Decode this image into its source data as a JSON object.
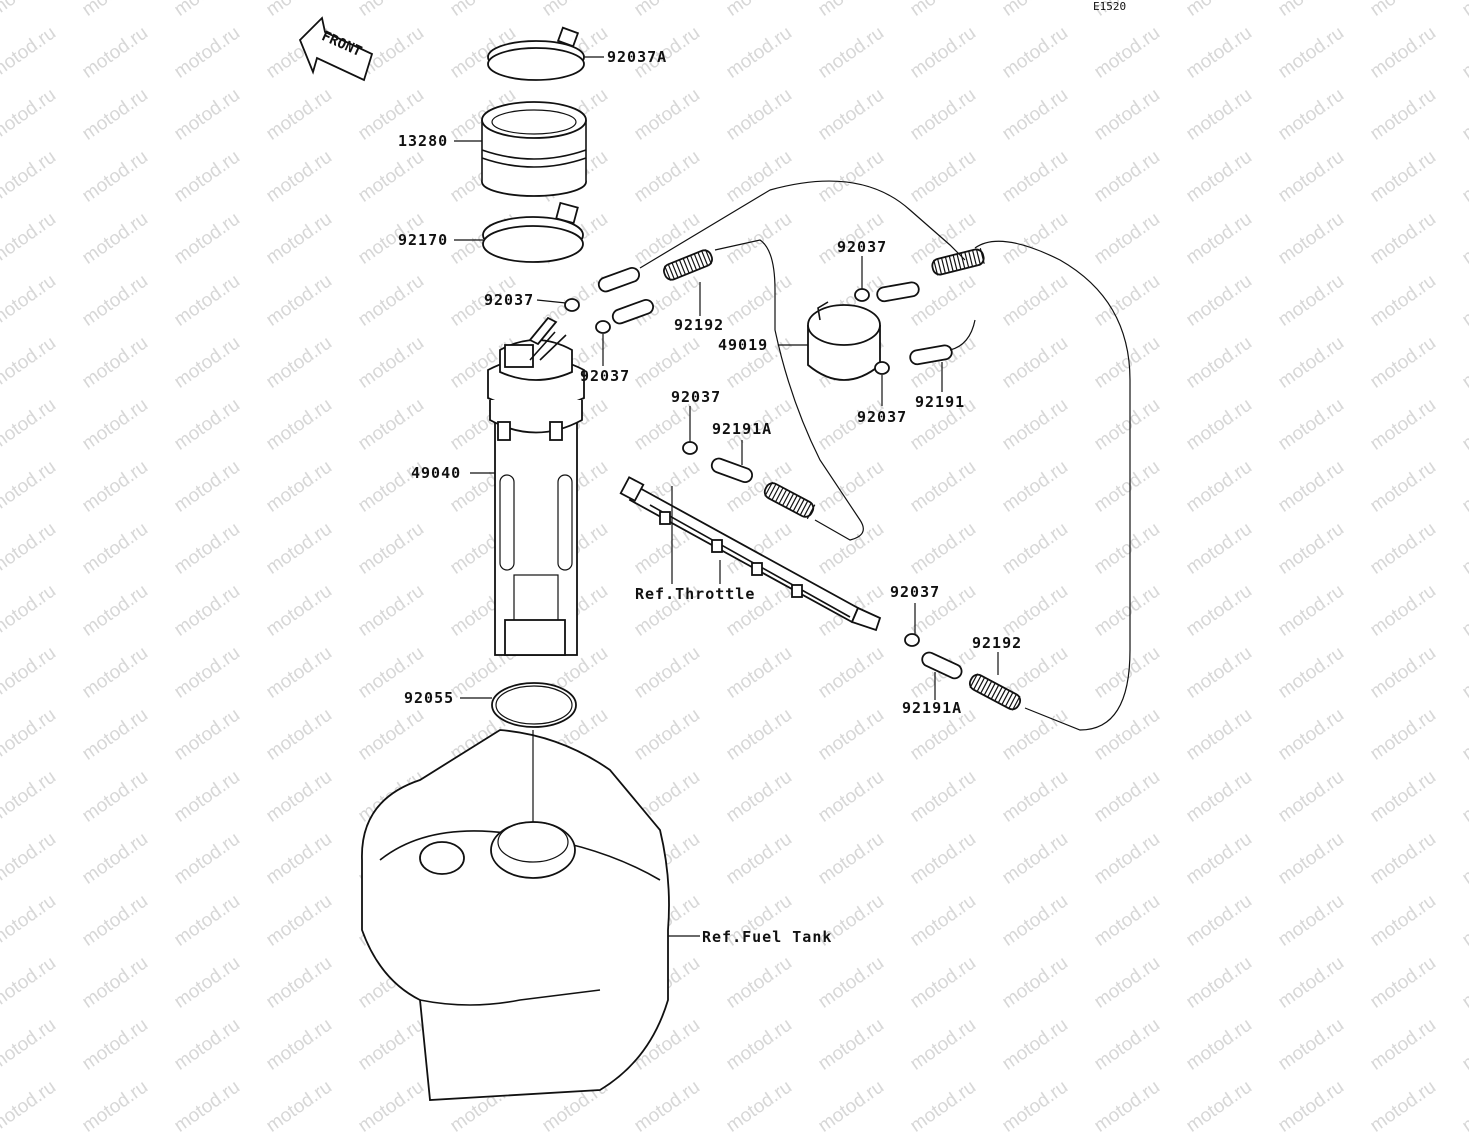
{
  "diagram": {
    "code": "E1520",
    "front_label": "FRONT",
    "watermark": "motod.ru",
    "parts": [
      {
        "id": "p1",
        "label": "92037A"
      },
      {
        "id": "p2",
        "label": "13280"
      },
      {
        "id": "p3",
        "label": "92170"
      },
      {
        "id": "p4",
        "label": "92037"
      },
      {
        "id": "p5",
        "label": "92037"
      },
      {
        "id": "p6",
        "label": "92192"
      },
      {
        "id": "p7",
        "label": "49040"
      },
      {
        "id": "p8",
        "label": "92037"
      },
      {
        "id": "p9",
        "label": "49019"
      },
      {
        "id": "p10",
        "label": "92037"
      },
      {
        "id": "p11",
        "label": "92191"
      },
      {
        "id": "p12",
        "label": "92037"
      },
      {
        "id": "p13",
        "label": "92191A"
      },
      {
        "id": "p14",
        "label": "Ref.Throttle"
      },
      {
        "id": "p15",
        "label": "92037"
      },
      {
        "id": "p16",
        "label": "92192"
      },
      {
        "id": "p17",
        "label": "92191A"
      },
      {
        "id": "p18",
        "label": "92055"
      },
      {
        "id": "p19",
        "label": "Ref.Fuel Tank"
      }
    ]
  }
}
